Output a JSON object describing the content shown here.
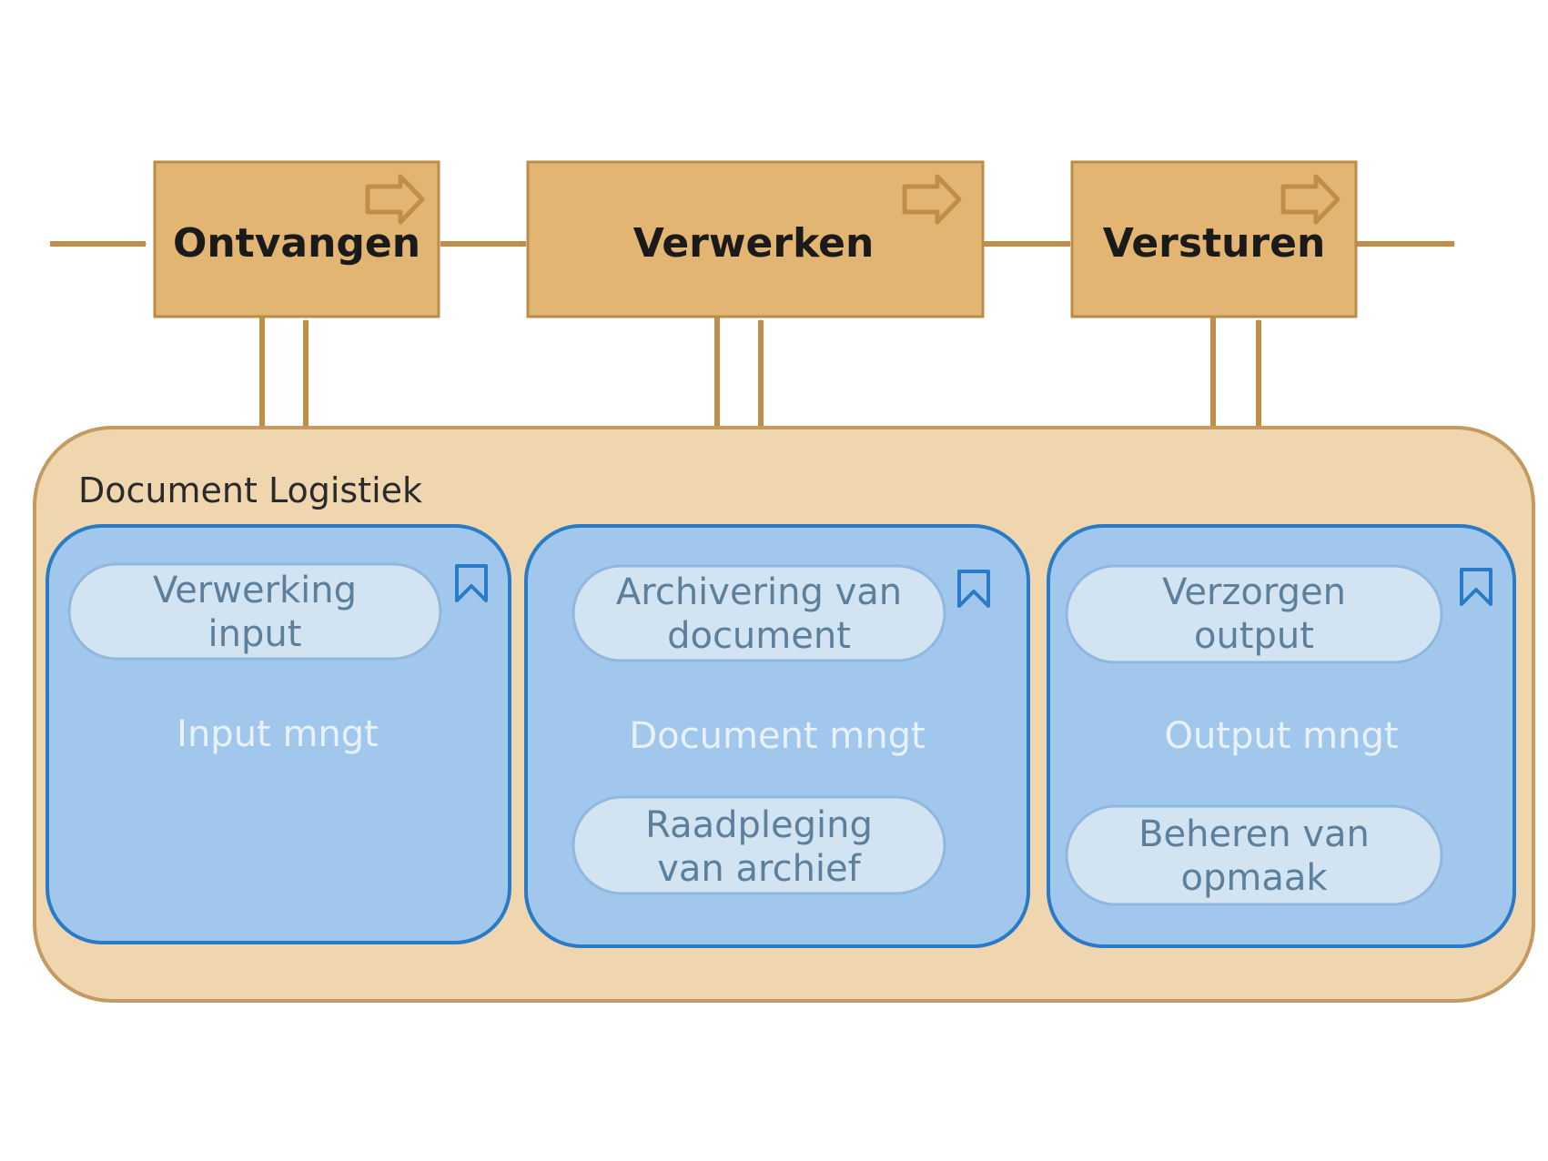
{
  "colors": {
    "process_fill": "#e2b573",
    "process_stroke": "#b98c4a",
    "flow_arrow": "#c08e48",
    "logistics_fill": "#f0d6ae",
    "logistics_stroke": "#c39a5f",
    "service_fill": "#a1c8ec",
    "service_stroke": "#2a7bc7",
    "function_fill": "#d2e3f1",
    "function_stroke": "#8fb7df",
    "service_icon": "#2a7bc7"
  },
  "processes": [
    {
      "label": "Ontvangen",
      "icon": "process-arrow-icon"
    },
    {
      "label": "Verwerken",
      "icon": "process-arrow-icon"
    },
    {
      "label": "Versturen",
      "icon": "process-arrow-icon"
    }
  ],
  "logistics": {
    "title": "Document Logistiek"
  },
  "services": [
    {
      "name": "Input mngt",
      "icon": "service-bookmark-icon",
      "functions": [
        {
          "line1": "Verwerking",
          "line2": "input"
        }
      ]
    },
    {
      "name": "Document mngt",
      "icon": "service-bookmark-icon",
      "functions": [
        {
          "line1": "Archivering van",
          "line2": "document"
        },
        {
          "line1": "Raadpleging",
          "line2": "van archief"
        }
      ]
    },
    {
      "name": "Output mngt",
      "icon": "service-bookmark-icon",
      "functions": [
        {
          "line1": "Verzorgen",
          "line2": "output"
        },
        {
          "line1": "Beheren van",
          "line2": "opmaak"
        }
      ]
    }
  ]
}
